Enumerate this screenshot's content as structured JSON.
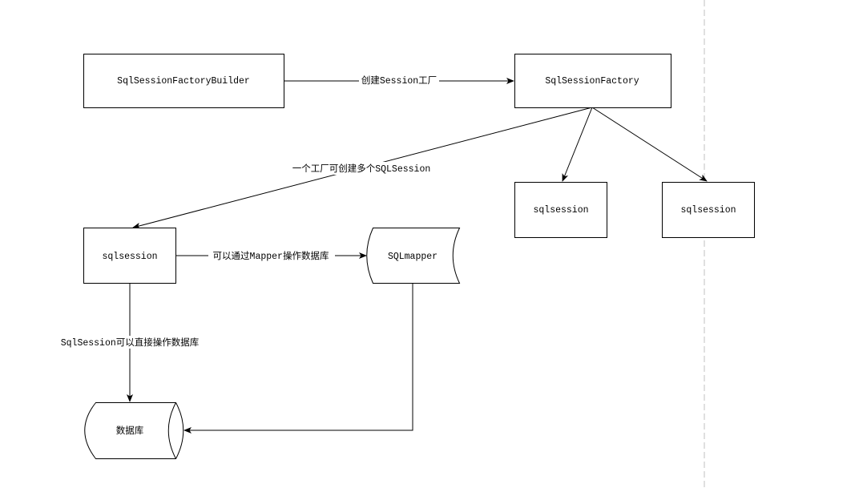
{
  "nodes": {
    "builder": "SqlSessionFactoryBuilder",
    "factory": "SqlSessionFactory",
    "session_a": "sqlsession",
    "session_b": "sqlsession",
    "session_main": "sqlsession",
    "mapper": "SQLmapper",
    "database": "数据库"
  },
  "edges": {
    "builder_to_factory": "创建Session工厂",
    "factory_to_session": "一个工厂可创建多个SQLSession",
    "session_to_mapper": "可以通过Mapper操作数据库",
    "session_to_db": "SqlSession可以直接操作数据库"
  },
  "colors": {
    "stroke": "#000000",
    "divider": "#c0c0c0"
  }
}
